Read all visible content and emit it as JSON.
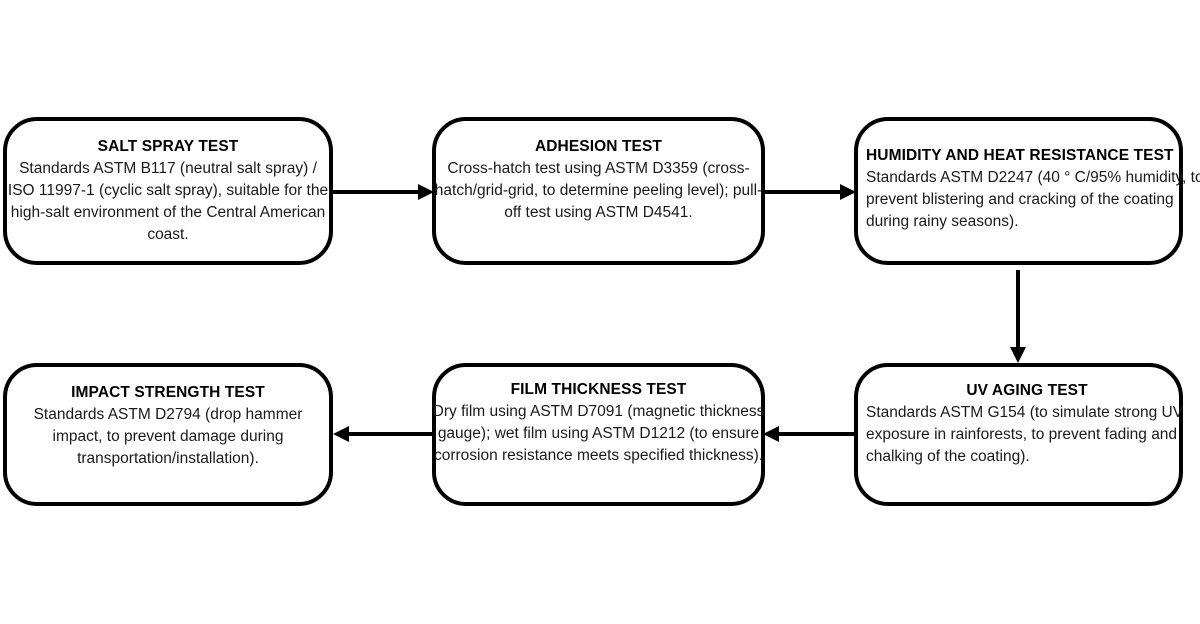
{
  "diagram": {
    "type": "flowchart",
    "orientation": "two-row-serpentine",
    "stroke_color": "#000000",
    "text_color": "#1a1a1a",
    "background_color": "#ffffff",
    "nodes": [
      {
        "id": "salt-spray",
        "title": "SALT SPRAY TEST",
        "body": "Standards ASTM B117 (neutral salt spray) / ISO 11997-1 (cyclic salt spray), suitable for the high-salt environment of the Central American coast."
      },
      {
        "id": "adhesion",
        "title": "ADHESION TEST",
        "body": "Cross-hatch test using ASTM D3359 (cross-hatch/grid-grid, to determine peeling level); pull-off test using ASTM D4541."
      },
      {
        "id": "humidity-heat",
        "title": "HUMIDITY AND HEAT RESISTANCE TEST",
        "body": "Standards ASTM D2247 (40 ° C/95% humidity, to prevent blistering and cracking of the coating during rainy seasons)."
      },
      {
        "id": "uv-aging",
        "title": "UV AGING TEST",
        "body": "Standards ASTM G154 (to simulate strong UV exposure in rainforests, to prevent fading and chalking of the coating)."
      },
      {
        "id": "film-thickness",
        "title": "FILM THICKNESS TEST",
        "body": "Dry film using ASTM D7091 (magnetic thickness gauge); wet film using ASTM D1212 (to ensure corrosion resistance meets specified thickness)."
      },
      {
        "id": "impact-strength",
        "title": "IMPACT STRENGTH TEST",
        "body": "Standards ASTM D2794 (drop hammer impact, to prevent damage during transportation/installation)."
      }
    ],
    "edges": [
      {
        "id": "salt-to-adhesion",
        "from": "salt-spray",
        "to": "adhesion",
        "direction": "right"
      },
      {
        "id": "adhesion-to-humid",
        "from": "adhesion",
        "to": "humidity-heat",
        "direction": "right"
      },
      {
        "id": "humid-to-uv",
        "from": "humidity-heat",
        "to": "uv-aging",
        "direction": "down"
      },
      {
        "id": "uv-to-film",
        "from": "uv-aging",
        "to": "film-thickness",
        "direction": "left"
      },
      {
        "id": "film-to-impact",
        "from": "film-thickness",
        "to": "impact-strength",
        "direction": "left"
      }
    ]
  }
}
